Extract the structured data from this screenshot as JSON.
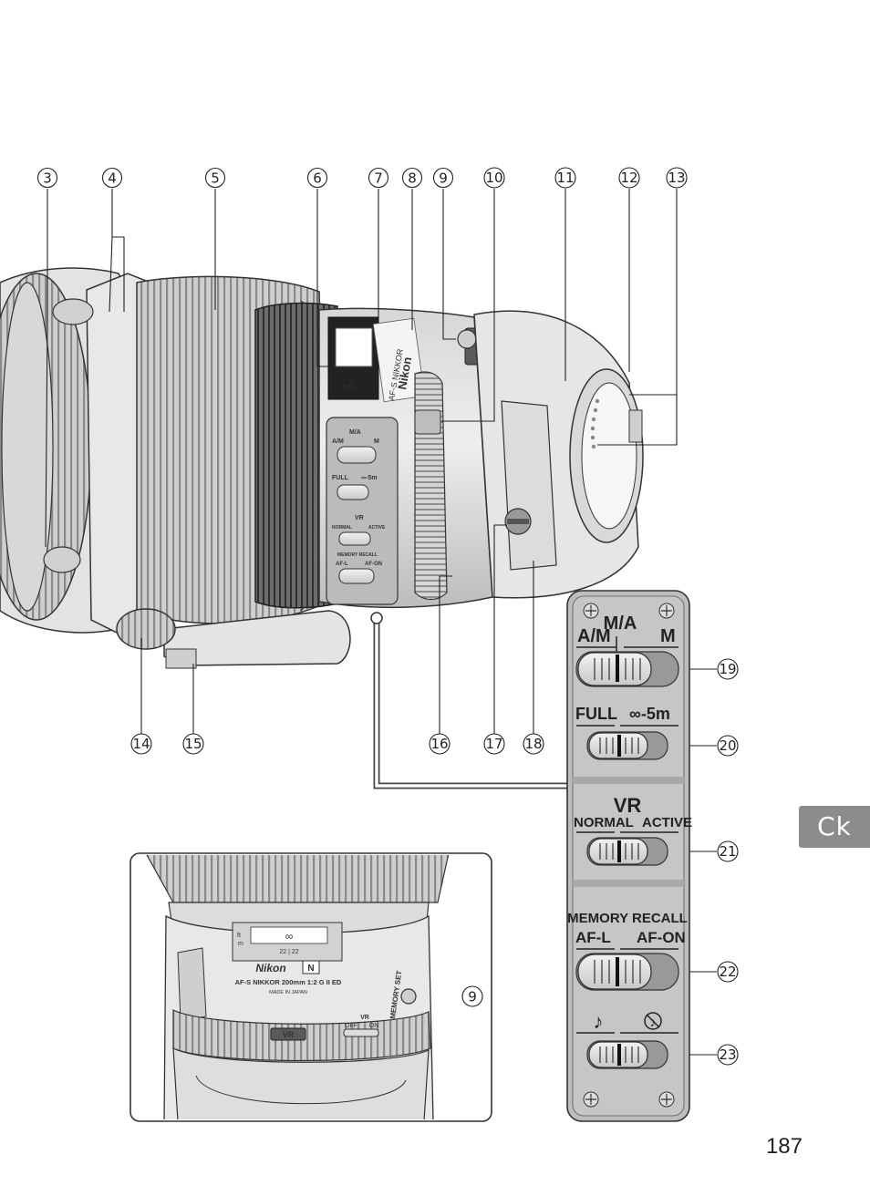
{
  "callouts": [
    "3",
    "4",
    "5",
    "6",
    "7",
    "8",
    "9",
    "10",
    "11",
    "12",
    "13",
    "14",
    "15",
    "16",
    "17",
    "18",
    "19",
    "20",
    "21",
    "22",
    "23"
  ],
  "inset_callout": "9",
  "switch_panel": {
    "focus_mode": {
      "top": "M/A",
      "left": "A/M",
      "right": "M"
    },
    "focus_limit": {
      "left": "FULL",
      "right": "∞-5m"
    },
    "vr_mode": {
      "title": "VR",
      "left": "NORMAL",
      "right": "ACTIVE"
    },
    "memory_recall": {
      "title": "MEMORY RECALL",
      "left": "AF-L",
      "right": "AF-ON"
    },
    "beep": {
      "left": "♪",
      "right": "♪̸"
    }
  },
  "lens_markings": {
    "brand": "Nikon",
    "model": "AF-S NIKKOR",
    "distance_window_e": "⇐E",
    "vr_badge": "VR",
    "vr_switch_side": "M/A",
    "side_panel_small": {
      "am": "A/M",
      "ma": "M/A",
      "m": "M",
      "full": "FULL",
      "range": "∞-5m",
      "vr": "VR",
      "normal": "NORMAL",
      "active": "ACTIVE",
      "memory": "MEMORY RECALL",
      "afl": "AF-L",
      "afon": "AF-ON"
    }
  },
  "inset": {
    "brand": "Nikon",
    "model_line": "AF-S NIKKOR  200mm 1:2 G II ED",
    "made_in": "MADE IN JAPAN",
    "memory_set": "MEMORY SET",
    "vr_badge": "VR",
    "vr_switch_title": "VR",
    "vr_off": "OFF",
    "vr_on": "ON",
    "scale_ft": "ft",
    "scale_m": "m",
    "scale_inf": "∞",
    "scale_nums": "22 | 22"
  },
  "section_tab": "Ck",
  "page_number": "187"
}
